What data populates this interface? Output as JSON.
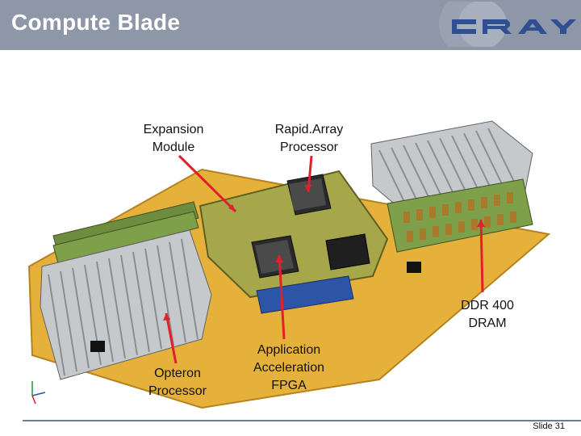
{
  "title": "Compute Blade",
  "logo": {
    "text": "CRAY",
    "color": "#2f4f92"
  },
  "labels": {
    "expansion_module": [
      "Expansion",
      "Module"
    ],
    "rapidarray_processor": [
      "Rapid.Array",
      "Processor"
    ],
    "ddr_dram": [
      "DDR 400",
      "DRAM"
    ],
    "opteron_processor": [
      "Opteron",
      "Processor"
    ],
    "fpga": [
      "Application",
      "Acceleration",
      "FPGA"
    ]
  },
  "footer": {
    "slide_number": "Slide 31"
  },
  "colors": {
    "header": "#8e97a8",
    "arrow": "#e0202a",
    "board": "#e6b13a",
    "module": "#a6a64a"
  }
}
